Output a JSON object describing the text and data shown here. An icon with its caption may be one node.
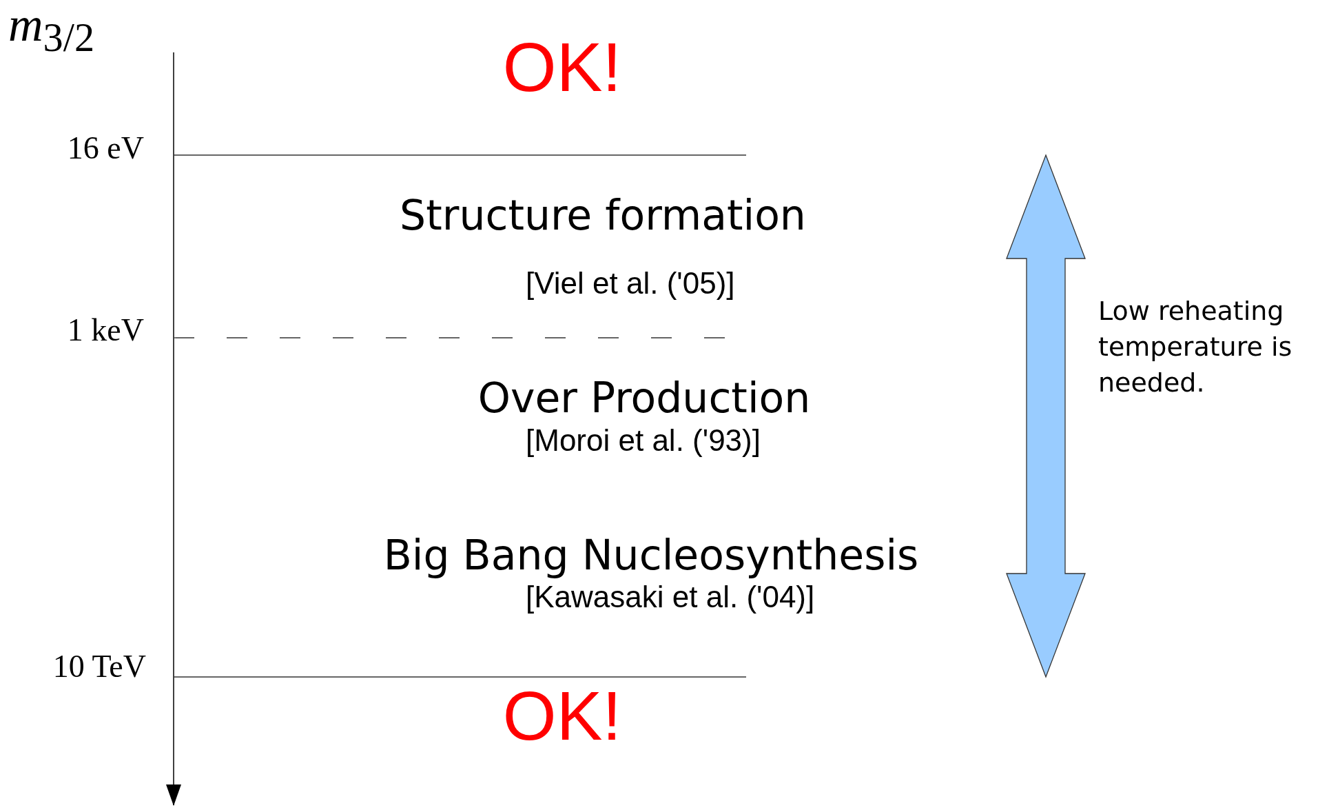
{
  "diagram": {
    "labels": [
      "*m*$_{3/2}$",
      "OK!",
      "16 eV",
      "Structure formation",
      "[Viel et al. ('05)]",
      "1 keV",
      "Over Production",
      "[Moroi et al. ('93)]",
      "Big Bang Nucleosynthesis",
      "[Kawasaki et al. ('04)]",
      "Low reheating temperature is needed.",
      "10 TeV",
      "OK!"
    ]
  }
}
